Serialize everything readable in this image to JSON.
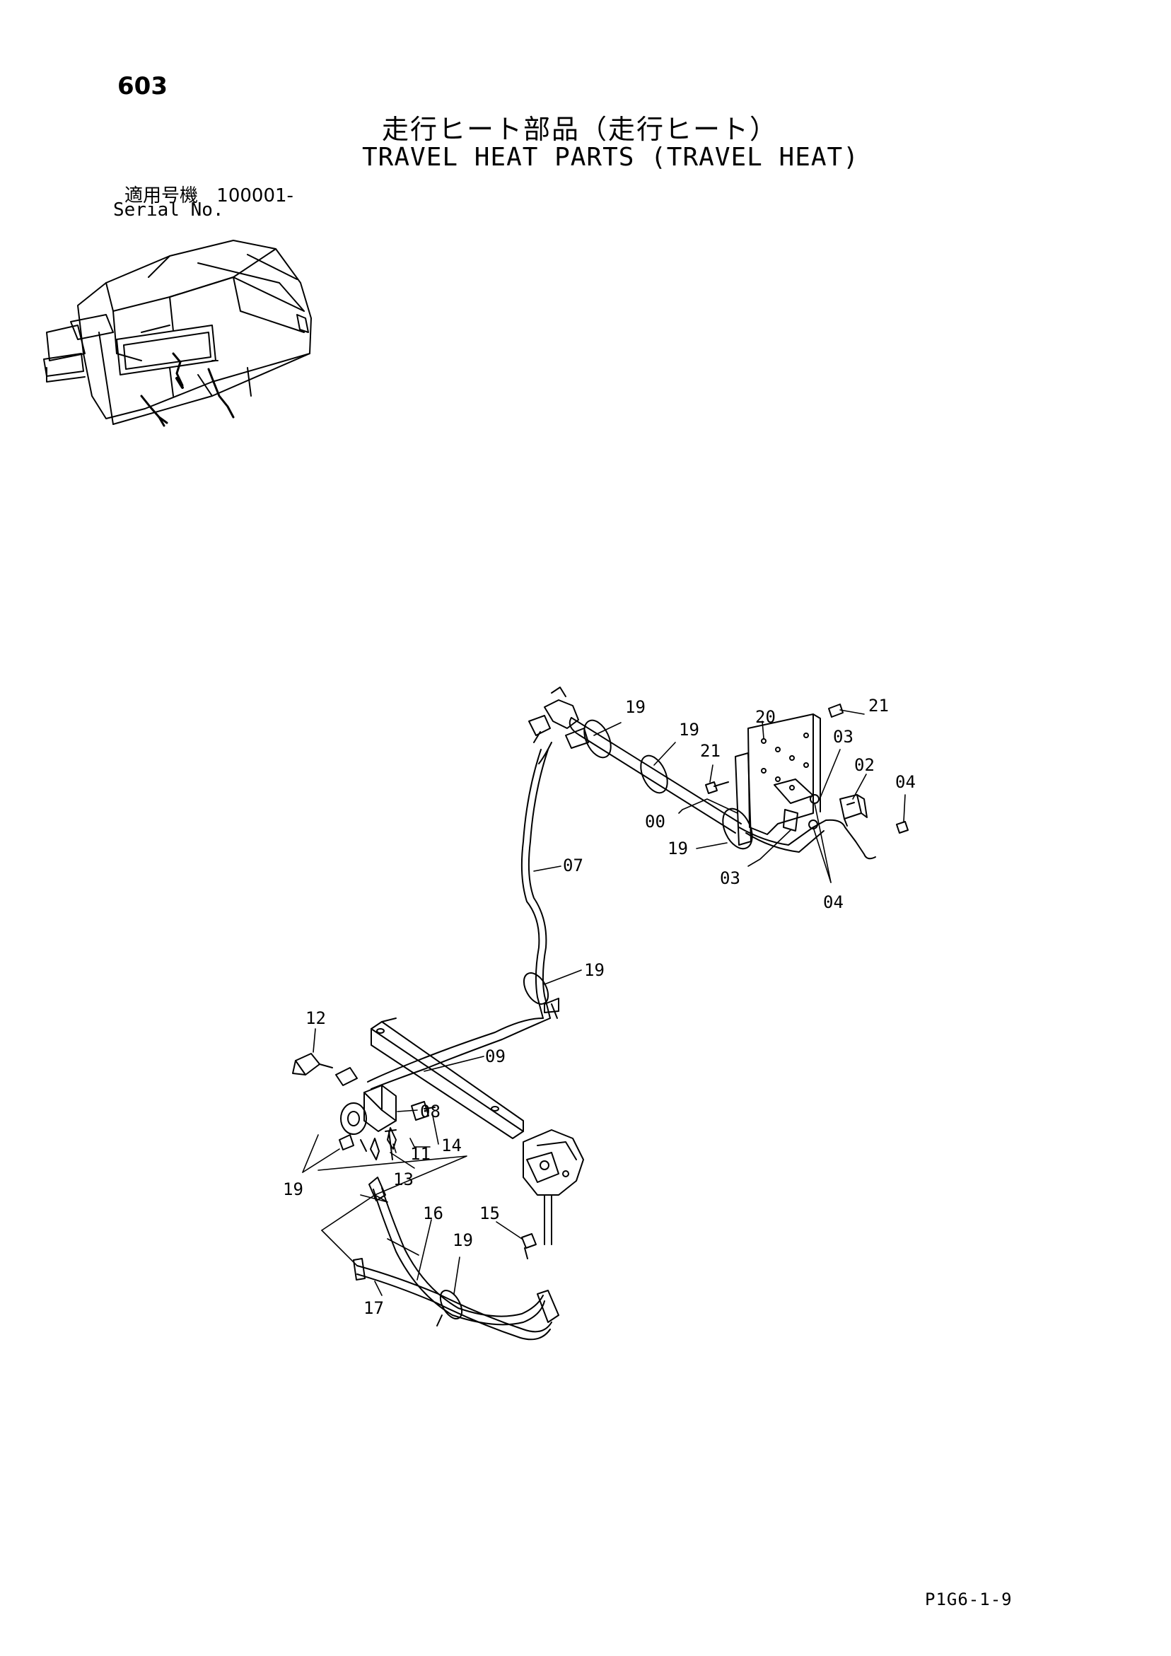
{
  "header": {
    "page_number": "603",
    "title_jp": "走行ヒート部品（走行ヒート）",
    "title_en": "TRAVEL HEAT PARTS (TRAVEL HEAT)",
    "serial_label_jp": "適用号機",
    "serial_value": "100001-",
    "serial_label_en": "Serial No."
  },
  "callouts": {
    "c00": "00",
    "c02": "02",
    "c03a": "03",
    "c03b": "03",
    "c04a": "04",
    "c04b": "04",
    "c07": "07",
    "c08": "08",
    "c09": "09",
    "c11": "11",
    "c12": "12",
    "c13": "13",
    "c14": "14",
    "c15": "15",
    "c16": "16",
    "c17": "17",
    "c19a": "19",
    "c19b": "19",
    "c19c": "19",
    "c19d": "19",
    "c19e": "19",
    "c19f": "19",
    "c20": "20",
    "c21a": "21",
    "c21b": "21"
  },
  "footer": {
    "ref_code": "P1G6-1-9"
  }
}
